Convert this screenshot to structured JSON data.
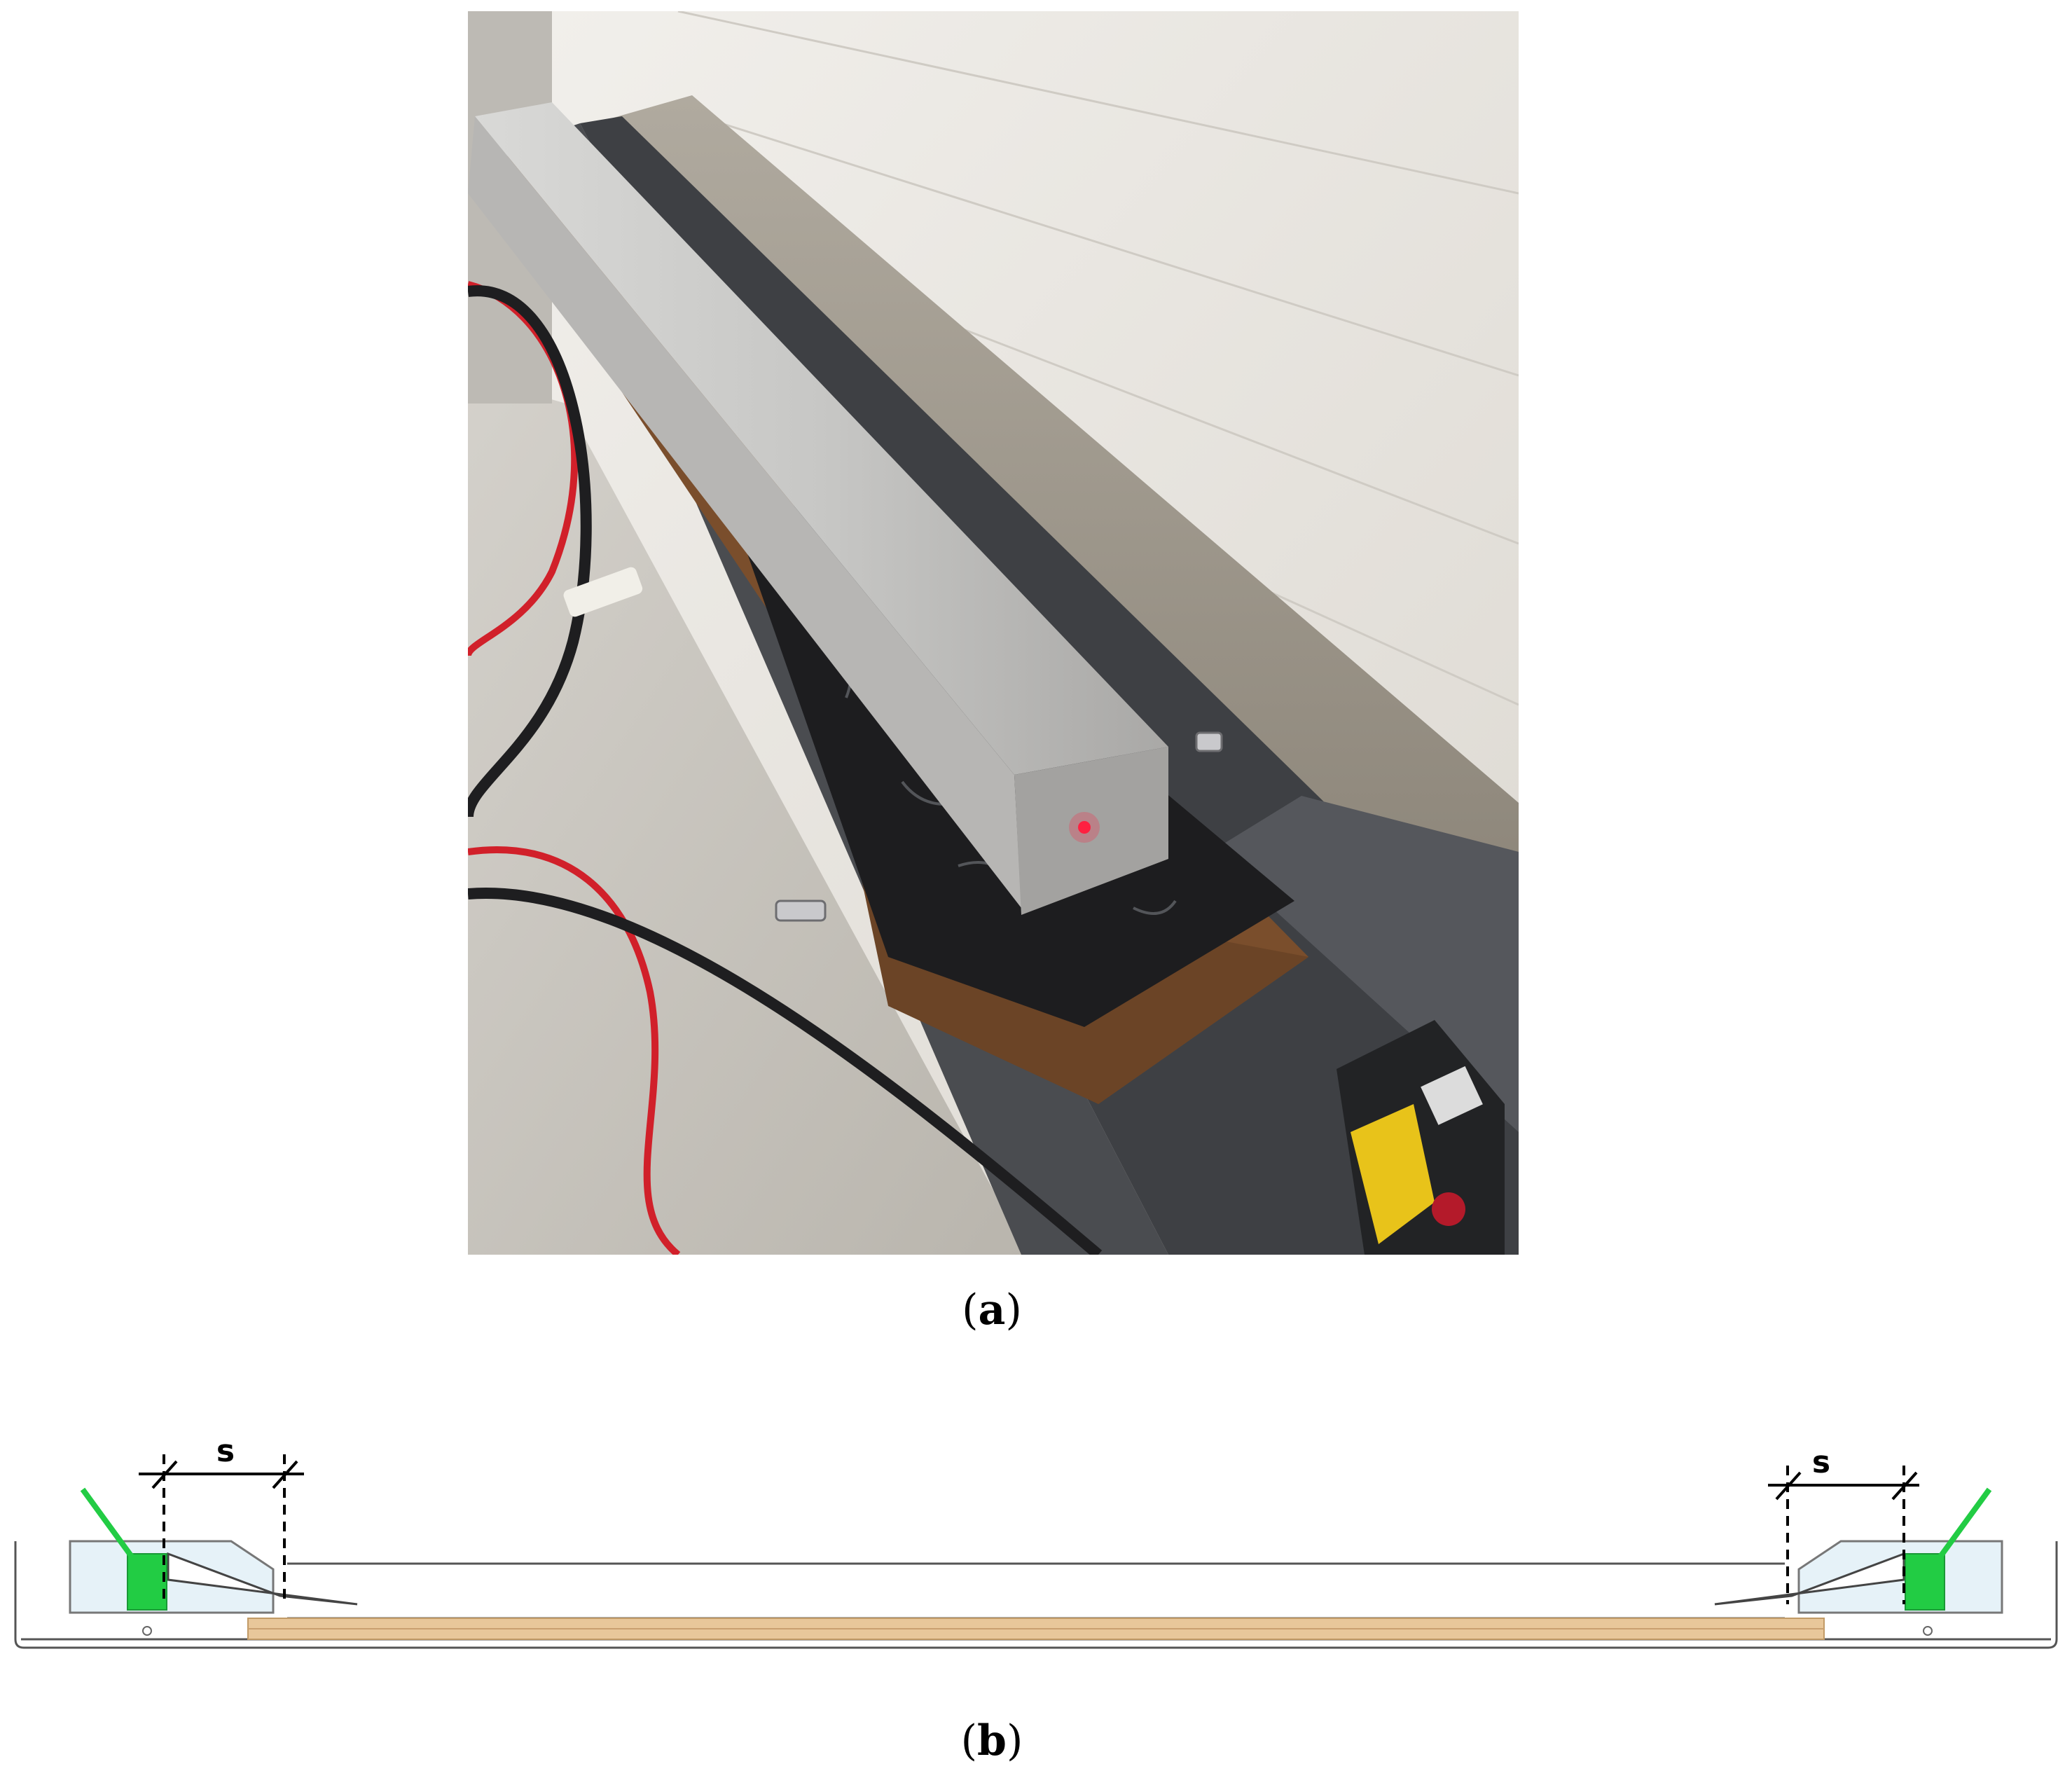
{
  "figure": {
    "panel_a": {
      "caption_open": "(",
      "caption_letter": "a",
      "caption_close": ")"
    },
    "panel_b": {
      "caption_open": "(",
      "caption_letter": "b",
      "caption_close": ")",
      "left_dimension_label": "s",
      "right_dimension_label": "s"
    },
    "colors": {
      "sensor_green": "#22cc44",
      "wood_beam": "#e8c79a",
      "housing_fill": "#e6f2f8",
      "trough_gray": "#4a4c50",
      "wall_white": "#eceae6"
    }
  }
}
